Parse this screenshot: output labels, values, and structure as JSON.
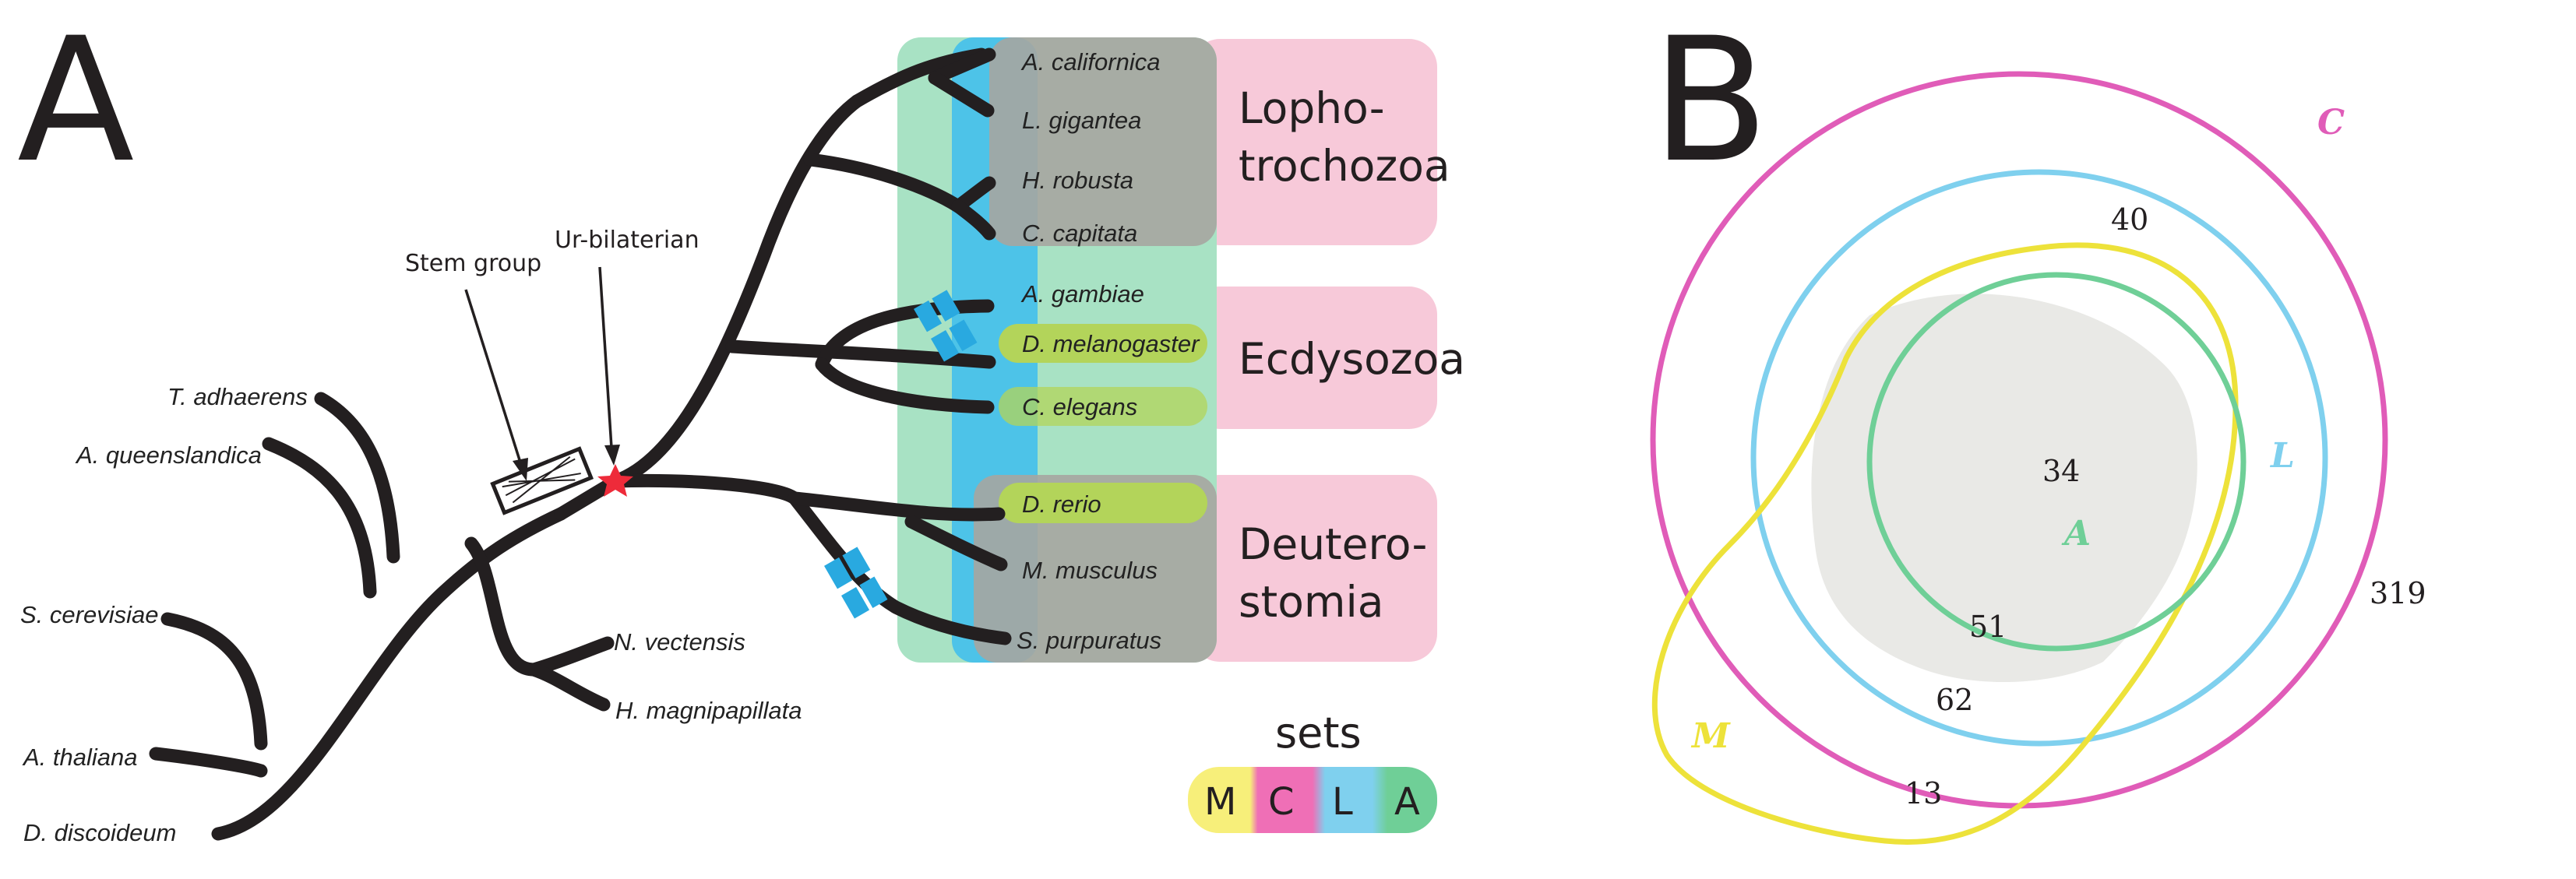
{
  "panels": {
    "a": "A",
    "b": "B"
  },
  "annotations": {
    "stem_group": "Stem group",
    "ur_bilaterian": "Ur-bilaterian"
  },
  "species": [
    "A. californica",
    "L. gigantea",
    "H. robusta",
    "C. capitata",
    "A. gambiae",
    "D. melanogaster",
    "C. elegans",
    "D. rerio",
    "M. musculus",
    "S. purpuratus",
    "T. adhaerens",
    "A. queenslandica",
    "S. cerevisiae",
    "A. thaliana",
    "D. discoideum",
    "N. vectensis",
    "H. magnipapillata"
  ],
  "clades": {
    "lopho": [
      "Lopho-",
      "trochozoa"
    ],
    "ecdy": [
      "Ecdysozoa"
    ],
    "deutero": [
      "Deutero-",
      "stomia"
    ]
  },
  "legend": {
    "title": "sets",
    "items": [
      {
        "label": "M",
        "color": "#f7ef7a"
      },
      {
        "label": "C",
        "color": "#ef6fb6"
      },
      {
        "label": "L",
        "color": "#7fd0ee"
      },
      {
        "label": "A",
        "color": "#6fcf97"
      }
    ]
  },
  "venn": {
    "labels": {
      "C": "C",
      "L": "L",
      "A": "A",
      "M": "M"
    },
    "colors": {
      "C": "#e05cb8",
      "L": "#7fd0ee",
      "A": "#6fcf97",
      "M": "#ede23a",
      "core": "#e9e9e6"
    },
    "counts": {
      "only_c": "319",
      "c_and_l": "40",
      "a_core": "34",
      "l_m": "51",
      "c_m": "62",
      "m_only": "13"
    }
  },
  "colors": {
    "clade_bg": "#f7c9d9",
    "green_band": "#a8e2c4",
    "blue_band": "#4dc3e8",
    "grey_band": "#a6a6a1",
    "highlight": "#b3d45a",
    "star": "#ee2b3a",
    "duplication": "#29a9e0"
  }
}
